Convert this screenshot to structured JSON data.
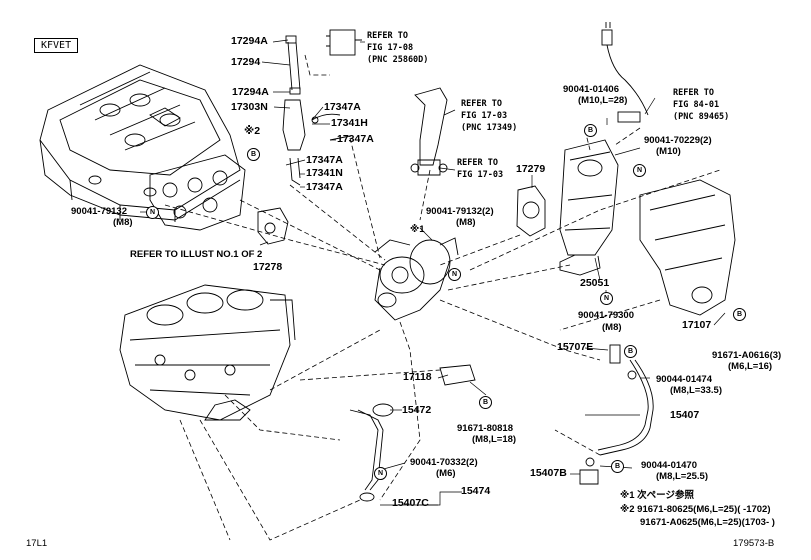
{
  "header": {
    "engine_box": "KFVET"
  },
  "labels": {
    "p17294A_top": "17294A",
    "p17294": "17294",
    "p17294A_mid": "17294A",
    "p17303N": "17303N",
    "p17347A_1": "17347A",
    "p17341H": "17341H",
    "p17347A_2": "17347A",
    "note2": "※2",
    "p17347A_3": "17347A",
    "p17341N": "17341N",
    "p17347A_4": "17347A",
    "p90041_79132_left": "90041-79132",
    "p90041_79132_left_spec": "(M8)",
    "refer_illust": "REFER TO ILLUST NO.1 OF 2",
    "p17278": "17278",
    "ref1808_a": "REFER TO",
    "ref1808_b": "FIG 17-08",
    "ref1808_c": "(PNC 25860D)",
    "ref1703_a": "REFER TO",
    "ref1703_b": "FIG 17-03",
    "ref1703_c": "(PNC 17349)",
    "ref1703b_a": "REFER TO",
    "ref1703b_b": "FIG 17-03",
    "p17279": "17279",
    "p90041_79132_right": "90041-79132(2)",
    "p90041_79132_right_spec": "(M8)",
    "note1": "※1",
    "p90041_01406": "90041-01406",
    "p90041_01406_spec": "(M10,L=28)",
    "ref8401_a": "REFER TO",
    "ref8401_b": "FIG 84-01",
    "ref8401_c": "(PNC 89465)",
    "p90041_70229": "90041-70229(2)",
    "p90041_70229_spec": "(M10)",
    "p25051": "25051",
    "p90041_79300": "90041-79300",
    "p90041_79300_spec": "(M8)",
    "p17107": "17107",
    "p91671_A0616": "91671-A0616(3)",
    "p91671_A0616_spec": "(M6,L=16)",
    "p15707E": "15707E",
    "p90044_01474": "90044-01474",
    "p90044_01474_spec": "(M8,L=33.5)",
    "p17118": "17118",
    "p15407": "15407",
    "p15472": "15472",
    "p91671_80818": "91671-80818",
    "p91671_80818_spec": "(M8,L=18)",
    "p90041_70332": "90041-70332(2)",
    "p90041_70332_spec": "(M6)",
    "p90044_01470": "90044-01470",
    "p90044_01470_spec": "(M8,L=25.5)",
    "p15407B": "15407B",
    "p15407C": "15407C",
    "p15474": "15474",
    "legend1": "※1 次ページ参照",
    "legend2": "※2 91671-80625(M6,L=25)(      -1702)",
    "legend3": "91671-A0625(M6,L=25)(1703-      )",
    "footer_left": "17L1",
    "footer_right": "179573-B"
  },
  "symbols": {
    "nut": "N",
    "bolt": "B"
  }
}
